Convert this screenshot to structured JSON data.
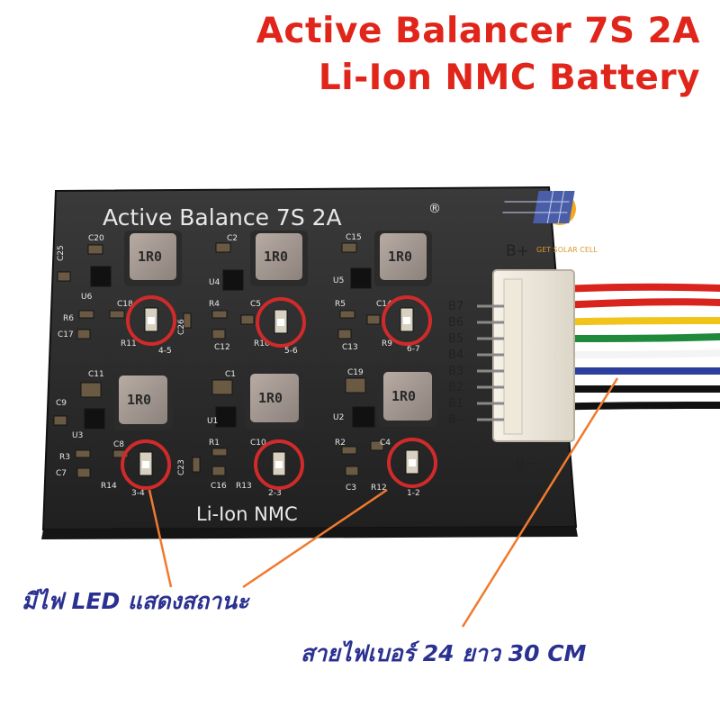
{
  "title": {
    "line1": "Active Balancer 7S 2A",
    "line2": "Li-Ion NMC Battery",
    "color": "#e0251b"
  },
  "board": {
    "heading": "Active Balance 7S 2A",
    "registered_mark": "®",
    "footer": "Li-Ion NMC",
    "inductor_marking": "1R0",
    "positive_terminal": "B+",
    "negative_terminal": "B−",
    "pins": [
      "B7",
      "B6",
      "B5",
      "B4",
      "B3",
      "B2",
      "B1",
      "B−"
    ],
    "silkscreen": [
      "C20",
      "C25",
      "U6",
      "R6",
      "C18",
      "C17",
      "R11",
      "C2",
      "U4",
      "R4",
      "C5",
      "C26",
      "C12",
      "R10",
      "C15",
      "U5",
      "R5",
      "C14",
      "C13",
      "R9",
      "C11",
      "C9",
      "U3",
      "R3",
      "C8",
      "C7",
      "R14",
      "C1",
      "U1",
      "R1",
      "C10",
      "C23",
      "C16",
      "R13",
      "C19",
      "U2",
      "R2",
      "C4",
      "C3",
      "R12"
    ],
    "cell_labels": [
      "4-5",
      "5-6",
      "6-7",
      "3-4",
      "2-3",
      "1-2"
    ]
  },
  "logo": {
    "text": "GET SOLAR CELL",
    "sun_color": "#f2a91f",
    "panel_color": "#4a5ea8"
  },
  "wires": {
    "colors": [
      "#d9231d",
      "#d9231d",
      "#f0c419",
      "#1f8a3b",
      "#f4f4f4",
      "#2c3f9e",
      "#111111",
      "#111111"
    ]
  },
  "annotations": {
    "led_text": "มีไฟ LED แสดงสถานะ",
    "cable_text": "สายไฟเบอร์ 24 ยาว 30 CM",
    "text_color": "#2a3190",
    "arrow_color": "#f07a2e",
    "circle_color": "#d12a2a"
  }
}
